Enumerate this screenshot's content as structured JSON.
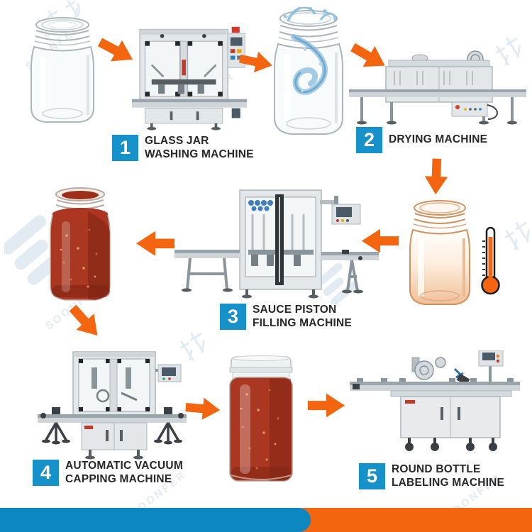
{
  "steps": [
    {
      "number": "1",
      "lines": [
        "GLASS JAR",
        "WASHING MACHINE"
      ]
    },
    {
      "number": "2",
      "lines": [
        "DRYING MACHINE"
      ]
    },
    {
      "number": "3",
      "lines": [
        "SAUCE PISTON",
        "FILLING MACHINE"
      ]
    },
    {
      "number": "4",
      "lines": [
        "AUTOMATIC VACUUM",
        "CAPPING MACHINE"
      ]
    },
    {
      "number": "5",
      "lines": [
        "ROUND BOTTLE",
        "LABELING MACHINE"
      ]
    }
  ],
  "watermark": {
    "brand_text": "SOONFER",
    "cjk_mark": "极"
  },
  "colors": {
    "arrow": "#f4650f",
    "step_badge": "#1791c9",
    "label_text": "#272727",
    "footer_blue": "#0d87bf",
    "footer_orange": "#f4650f",
    "sauce_red": "#a93721",
    "amber_jar": "#f0bf97",
    "water_blue": "#7fb7dc",
    "machine_gray": "#e4e7e9",
    "watermark": "#e2ebf2"
  }
}
